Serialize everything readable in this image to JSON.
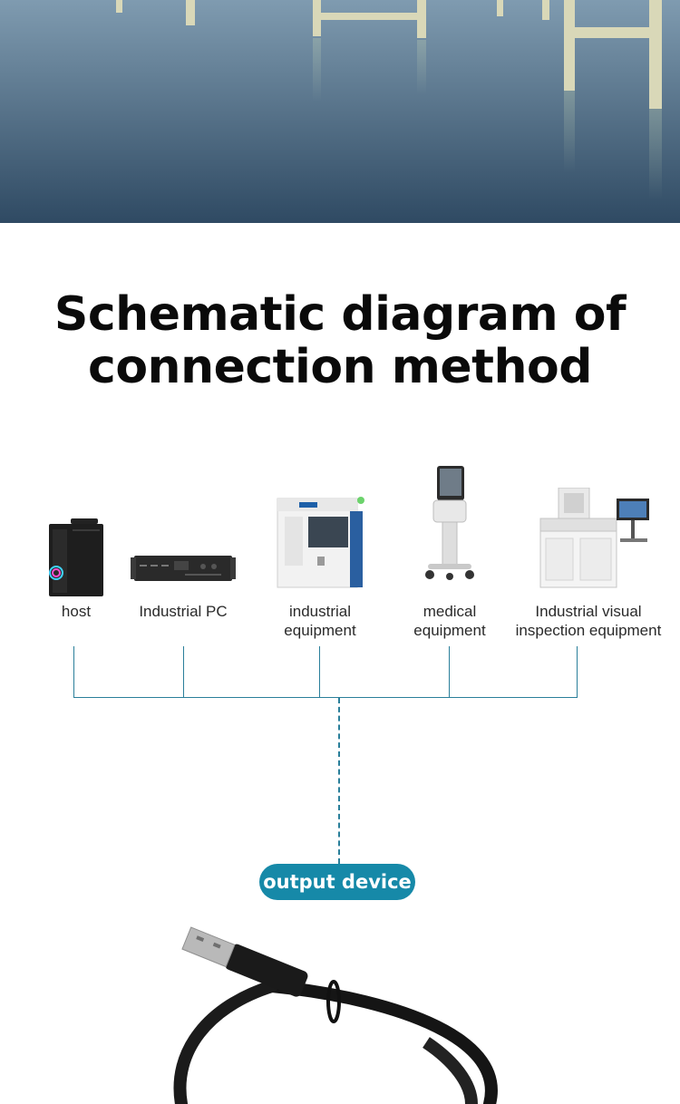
{
  "title": {
    "line1": "Schematic diagram of",
    "line2": "connection method"
  },
  "devices": [
    {
      "label_line1": "host",
      "label_line2": "",
      "icon": "tower-pc-icon"
    },
    {
      "label_line1": "Industrial PC",
      "label_line2": "",
      "icon": "rack-server-icon"
    },
    {
      "label_line1": "industrial",
      "label_line2": "equipment",
      "icon": "industrial-machine-icon"
    },
    {
      "label_line1": "medical",
      "label_line2": "equipment",
      "icon": "medical-cart-icon"
    },
    {
      "label_line1": "Industrial visual",
      "label_line2": "inspection equipment",
      "icon": "inspection-machine-icon"
    }
  ],
  "output_device": {
    "label": "output device"
  },
  "colors": {
    "accent": "#1689a8",
    "connector_line": "#2a7f9a",
    "title_text": "#0a0a0a"
  }
}
